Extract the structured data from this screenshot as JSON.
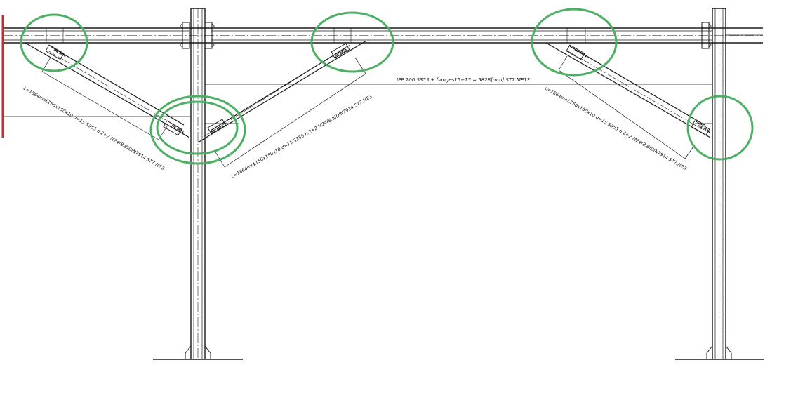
{
  "beam_label": "IPE 200 S355 + flanges15+15 = 5828[mm] ST7.ME12",
  "brace_left_a": {
    "length": "L=1864mm",
    "spec": "L150x150x10 d=15 S355 n.2+2 M24(8.8)DIN7914 ST7.ME3"
  },
  "brace_left_b": {
    "length": "L=1864mm",
    "spec": "L150x150x10 d=15 S355 n.2+2 M24(8.8)DIN7914 ST7.ME3"
  },
  "brace_right": {
    "length": "L=1864mm",
    "spec": "L150x150x10 d=15 S355 n.2+2 M24(8.8)DIN7914 ST7.ME3"
  },
  "colors": {
    "line": "#1a1a1a",
    "highlight": "#4caf63",
    "marker": "#e0202a"
  }
}
